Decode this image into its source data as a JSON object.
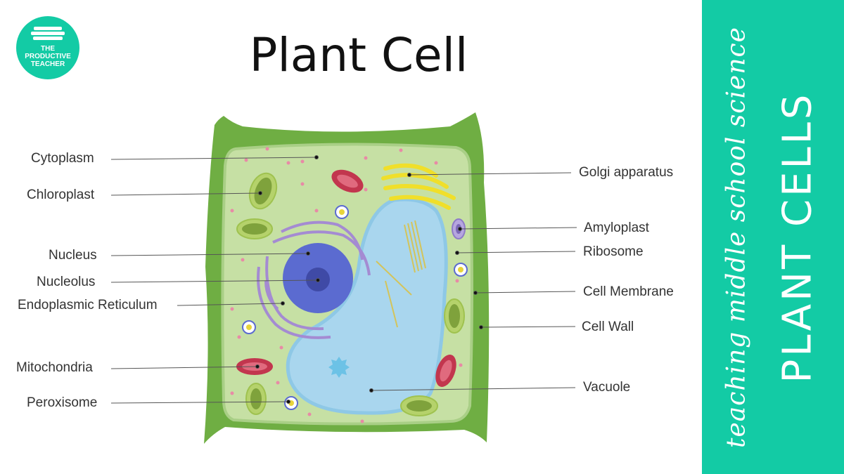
{
  "title": "Plant Cell",
  "logo": {
    "line1": "THE",
    "line2": "PRODUCTIVE",
    "line3": "TEACHER"
  },
  "sidebar": {
    "tagline": "teaching middle school science",
    "heading": "PLANT CELLS"
  },
  "labels": {
    "cytoplasm": "Cytoplasm",
    "chloroplast": "Chloroplast",
    "nucleus": "Nucleus",
    "nucleolus": "Nucleolus",
    "er": "Endoplasmic Reticulum",
    "mitochondria": "Mitochondria",
    "peroxisome": "Peroxisome",
    "golgi": "Golgi apparatus",
    "amyloplast": "Amyloplast",
    "ribosome": "Ribosome",
    "cell_membrane": "Cell Membrane",
    "cell_wall": "Cell Wall",
    "vacuole": "Vacuole"
  },
  "colors": {
    "cell_wall": "#6fae43",
    "cytoplasm": "#c6e0a4",
    "nucleus": "#5b6bd0",
    "nucleolus": "#3f4aa6",
    "vacuole": "#a9d6ee",
    "mitochondria": "#c2364e",
    "golgi": "#f0df2a",
    "accent": "#13cba5"
  }
}
